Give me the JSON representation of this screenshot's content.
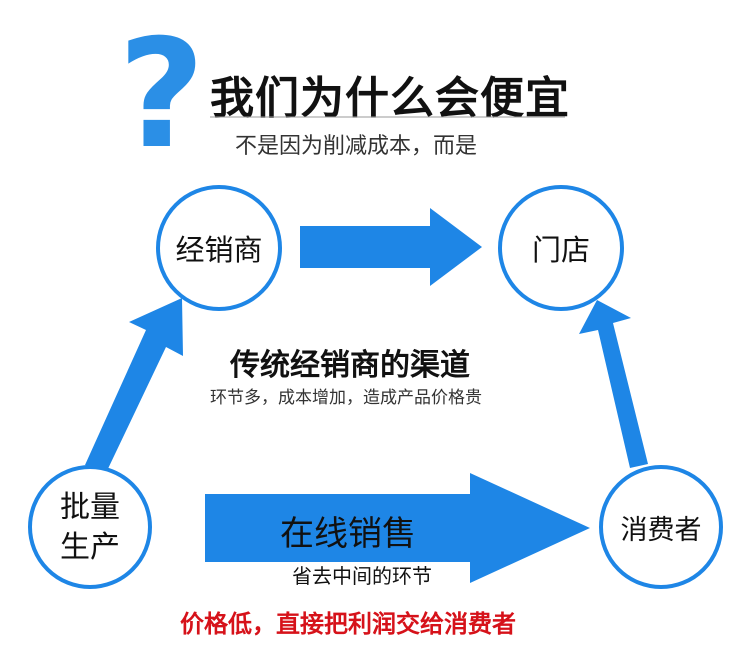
{
  "header": {
    "question_icon": "question-mark-icon",
    "question_mark": "?",
    "title": "我们为什么会便宜",
    "subtitle": "不是因为削减成本，而是"
  },
  "nodes": {
    "distributor": "经销商",
    "store": "门店",
    "mass_production": "批量生产",
    "consumer": "消费者"
  },
  "traditional_channel": {
    "title": "传统经销商的渠道",
    "description": "环节多，成本增加，造成产品价格贵"
  },
  "online_sales": {
    "title": "在线销售",
    "description": "省去中间的环节"
  },
  "bottom_note": "价格低，直接把利润交给消费者",
  "colors": {
    "accent_blue": "#1e86e6",
    "circle_border": "#1e86e6",
    "highlight_red": "#d6121a",
    "text_dark": "#111111"
  }
}
